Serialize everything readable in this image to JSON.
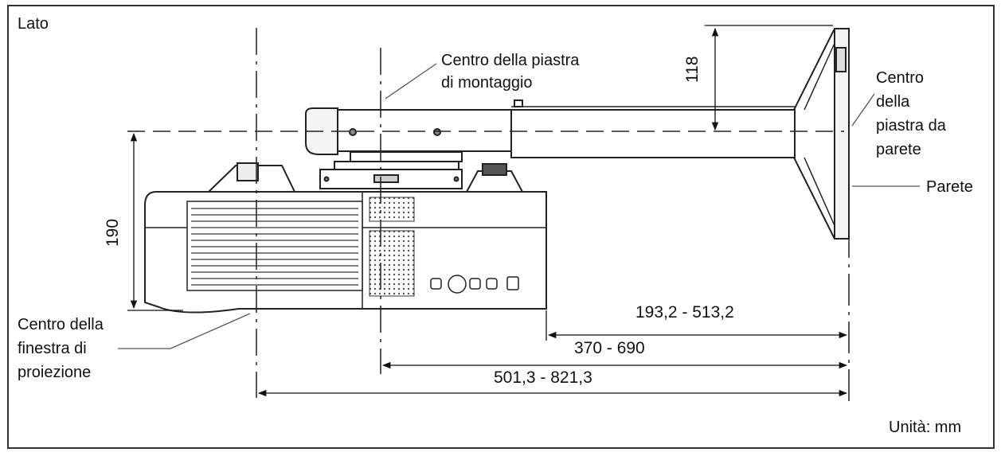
{
  "view_label": "Lato",
  "labels": {
    "mount_plate_center": [
      "Centro della piastra",
      "di montaggio"
    ],
    "wall_plate_center": [
      "Centro",
      "della",
      "piastra da",
      "parete"
    ],
    "wall": "Parete",
    "projection_window_center": [
      "Centro della",
      "finestra di",
      "proiezione"
    ]
  },
  "dimensions": {
    "height_118": "118",
    "height_190": "190",
    "depth_1": "193,2 - 513,2",
    "depth_2": "370 - 690",
    "depth_3": "501,3 - 821,3"
  },
  "units": "Unità: mm"
}
